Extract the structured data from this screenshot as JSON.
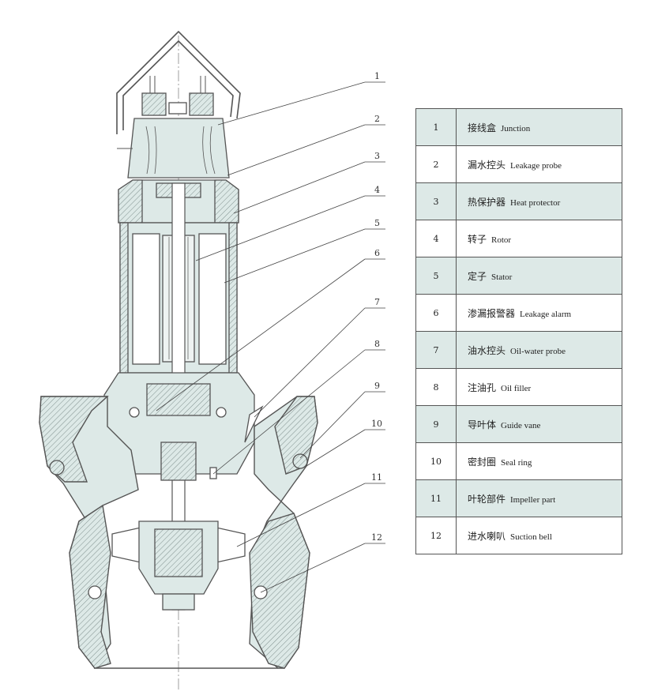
{
  "colors": {
    "fill": "#dde9e7",
    "line": "#555555",
    "hatch": "#8a9a98"
  },
  "callouts": [
    "1",
    "2",
    "3",
    "4",
    "5",
    "6",
    "7",
    "8",
    "9",
    "10",
    "11",
    "12"
  ],
  "parts": [
    {
      "num": "1",
      "zh": "接线盒",
      "en": "Junction"
    },
    {
      "num": "2",
      "zh": "漏水控头",
      "en": "Leakage probe"
    },
    {
      "num": "3",
      "zh": "热保护器",
      "en": "Heat protector"
    },
    {
      "num": "4",
      "zh": "转子",
      "en": "Rotor"
    },
    {
      "num": "5",
      "zh": "定子",
      "en": "Stator"
    },
    {
      "num": "6",
      "zh": "渗漏报警器",
      "en": "Leakage alarm"
    },
    {
      "num": "7",
      "zh": "油水控头",
      "en": "Oil-water probe"
    },
    {
      "num": "8",
      "zh": "注油孔",
      "en": "Oil filler"
    },
    {
      "num": "9",
      "zh": "导叶体",
      "en": "Guide vane"
    },
    {
      "num": "10",
      "zh": "密封圈",
      "en": "Seal ring"
    },
    {
      "num": "11",
      "zh": "叶轮部件",
      "en": "Impeller part"
    },
    {
      "num": "12",
      "zh": "进水喇叭",
      "en": "Suction bell"
    }
  ]
}
